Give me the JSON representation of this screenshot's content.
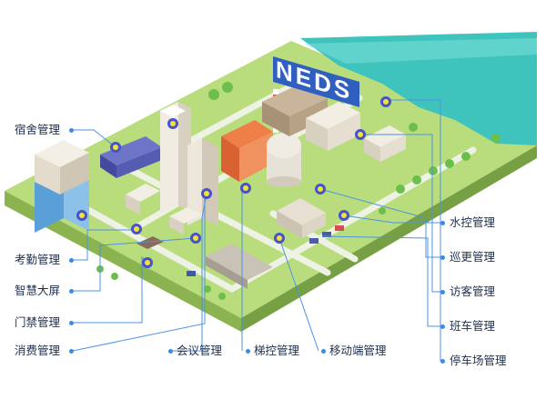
{
  "brand_text": "NEDS",
  "colors": {
    "leader_line": "#4a93e6",
    "marker_ring": "#4753c9",
    "marker_core": "#f3e23a",
    "grass": "#b9dd7c",
    "water": "#3fc4bd",
    "sign_blue": "#3a73d8"
  },
  "labels_left": [
    {
      "id": "dormitory",
      "text": "宿舍管理"
    },
    {
      "id": "attendance",
      "text": "考勤管理"
    },
    {
      "id": "smart-screen",
      "text": "智慧大屏"
    },
    {
      "id": "access-control",
      "text": "门禁管理"
    },
    {
      "id": "consumption",
      "text": "消费管理"
    }
  ],
  "labels_bottom": [
    {
      "id": "meeting",
      "text": "会议管理"
    },
    {
      "id": "elevator",
      "text": "梯控管理"
    },
    {
      "id": "mobile",
      "text": "移动端管理"
    }
  ],
  "labels_right": [
    {
      "id": "water-control",
      "text": "水控管理"
    },
    {
      "id": "patrol",
      "text": "巡更管理"
    },
    {
      "id": "visitor",
      "text": "访客管理"
    },
    {
      "id": "shuttle-bus",
      "text": "班车管理"
    },
    {
      "id": "parking",
      "text": "停车场管理"
    }
  ]
}
